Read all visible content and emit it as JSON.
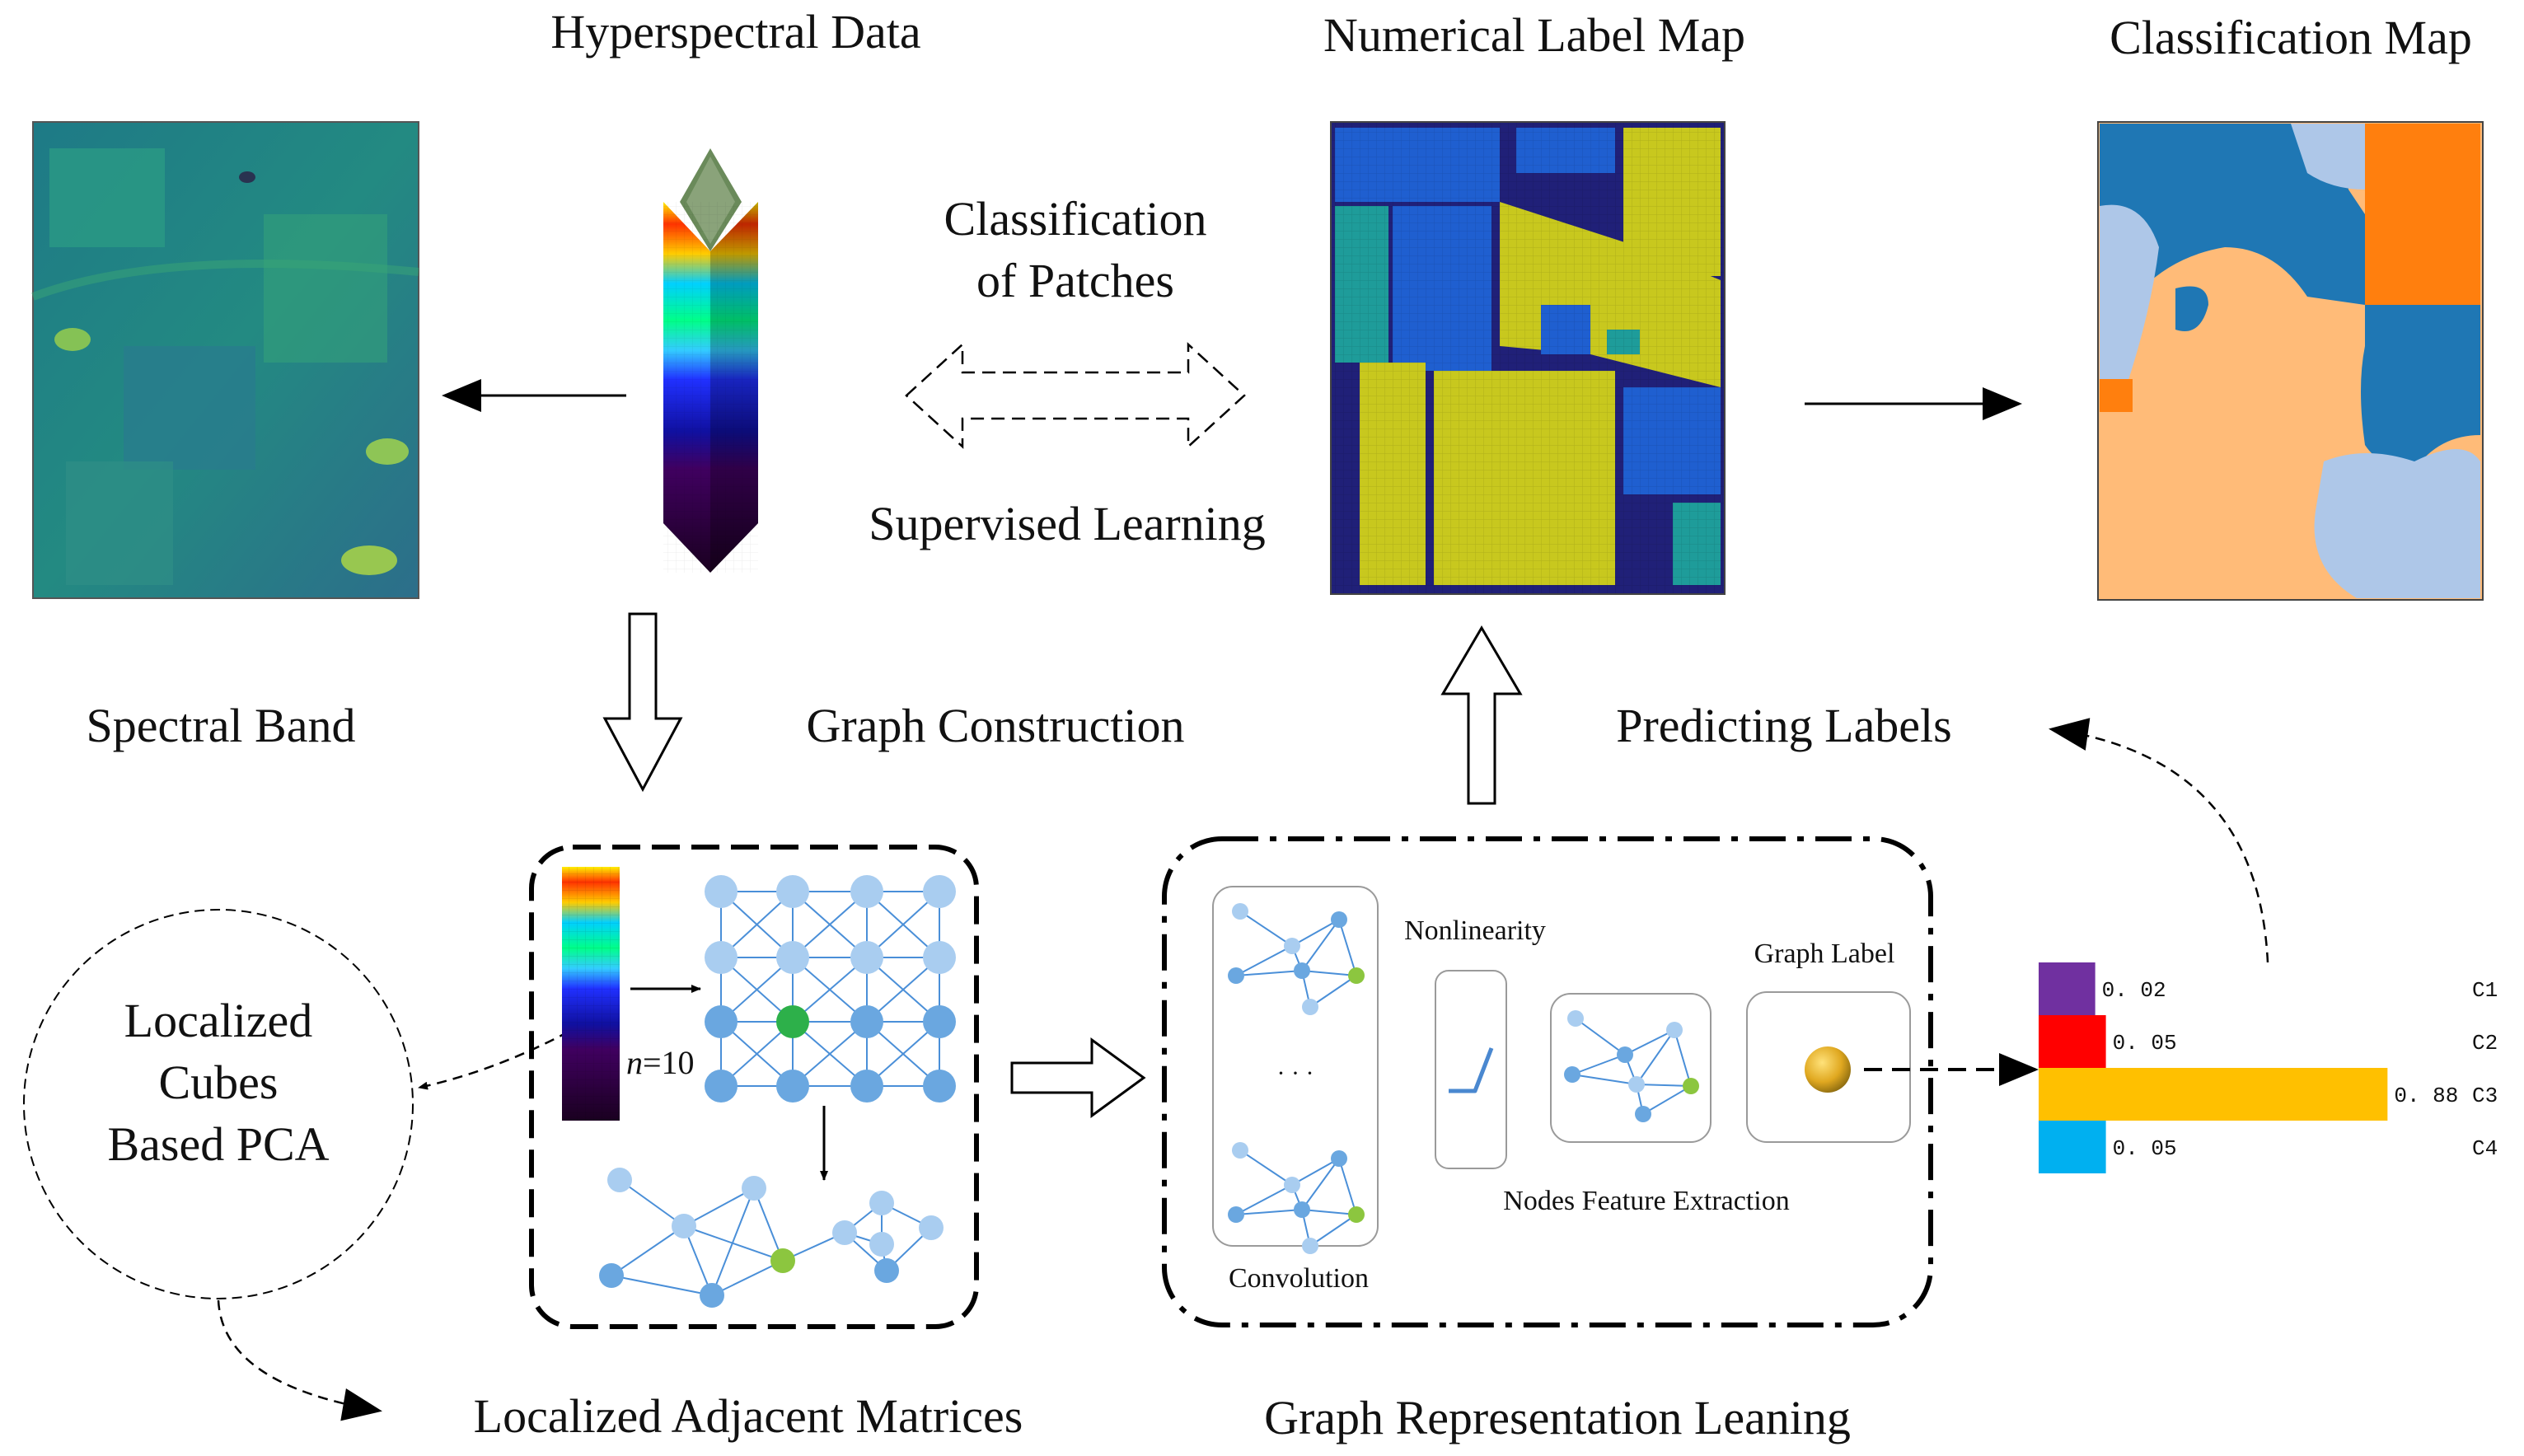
{
  "labels": {
    "hyperspectral_data": "Hyperspectral Data",
    "numerical_label_map": "Numerical Label Map",
    "classification_map": "Classification Map",
    "classification_of": "Classification",
    "of_patches": "of Patches",
    "supervised_learning": "Supervised Learning",
    "spectral_band": "Spectral Band",
    "graph_construction": "Graph Construction",
    "predicting_labels": "Predicting Labels",
    "localized": "Localized",
    "cubes": "Cubes",
    "based_pca": "Based PCA",
    "n_var": "n",
    "n_value": "=10",
    "nonlinearity": "Nonlinearity",
    "graph_label": "Graph Label",
    "dots": "· · ·",
    "nodes_feature_extraction": "Nodes Feature Extraction",
    "convolution": "Convolution",
    "localized_adjacent_matrices": "Localized Adjacent Matrices",
    "graph_representation_leaning": "Graph Representation Leaning"
  },
  "chart_data": {
    "type": "bar",
    "orientation": "horizontal",
    "categories": [
      "C1",
      "C2",
      "C3",
      "C4"
    ],
    "values": [
      0.02,
      0.05,
      0.88,
      0.05
    ],
    "value_labels": [
      "0. 02",
      "0. 05",
      "0. 88",
      "0. 05"
    ],
    "colors": [
      "#7030a0",
      "#ff0000",
      "#ffc000",
      "#00b0f0"
    ]
  },
  "colors": {
    "label_map_dark": "#202078",
    "label_map_blue": "#1f5fd0",
    "label_map_yellow": "#c8c81e",
    "label_map_teal": "#1e9c9a",
    "class_orange": "#ff7f0e",
    "class_blue": "#1f77b4",
    "class_peach": "#ffbb78",
    "class_light_blue": "#aec7e8",
    "node_light": "#a9cdf0",
    "node_mid": "#6aa7e0",
    "node_green": "#2db04a"
  }
}
